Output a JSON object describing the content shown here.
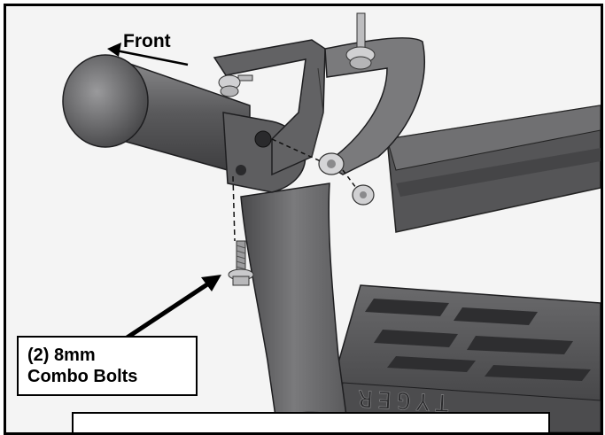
{
  "labels": {
    "front": "Front",
    "callout_line1": "(2) 8mm",
    "callout_line2": "Combo Bolts",
    "brand_engraving": "TYGER"
  },
  "colors": {
    "part_dark": "#4a4a4c",
    "part_mid": "#6b6b6d",
    "part_light": "#9a9a9c",
    "background": "#f4f4f4",
    "outline": "#000000"
  }
}
